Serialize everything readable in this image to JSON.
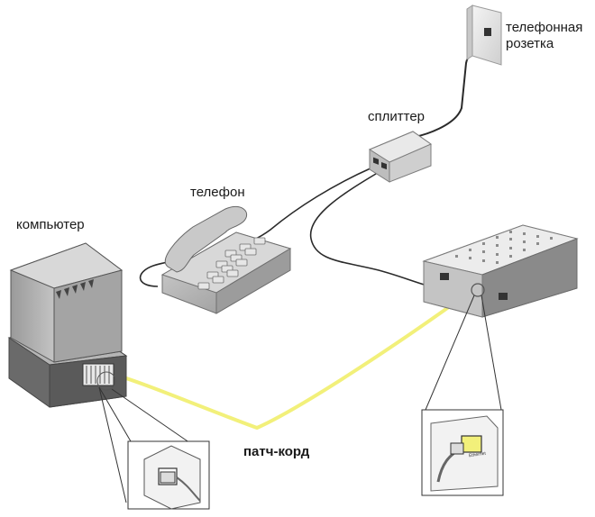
{
  "labels": {
    "wall_socket": [
      "телефонная",
      "розетка"
    ],
    "splitter": "сплиттер",
    "phone": "телефон",
    "computer": "компьютер",
    "patch_cord": "патч-корд",
    "modem_port": "Ethernet"
  },
  "colors": {
    "patch_cord": "#f2f07a",
    "phone_wire": "#2a2a2a",
    "device_gray": "#b9b9b9",
    "device_dark": "#5a5a5a",
    "background": "#ffffff"
  },
  "icons": [
    "wall-socket-icon",
    "splitter-icon",
    "telephone-icon",
    "computer-icon",
    "modem-icon",
    "ethernet-port-icon",
    "rj45-plug-icon"
  ]
}
